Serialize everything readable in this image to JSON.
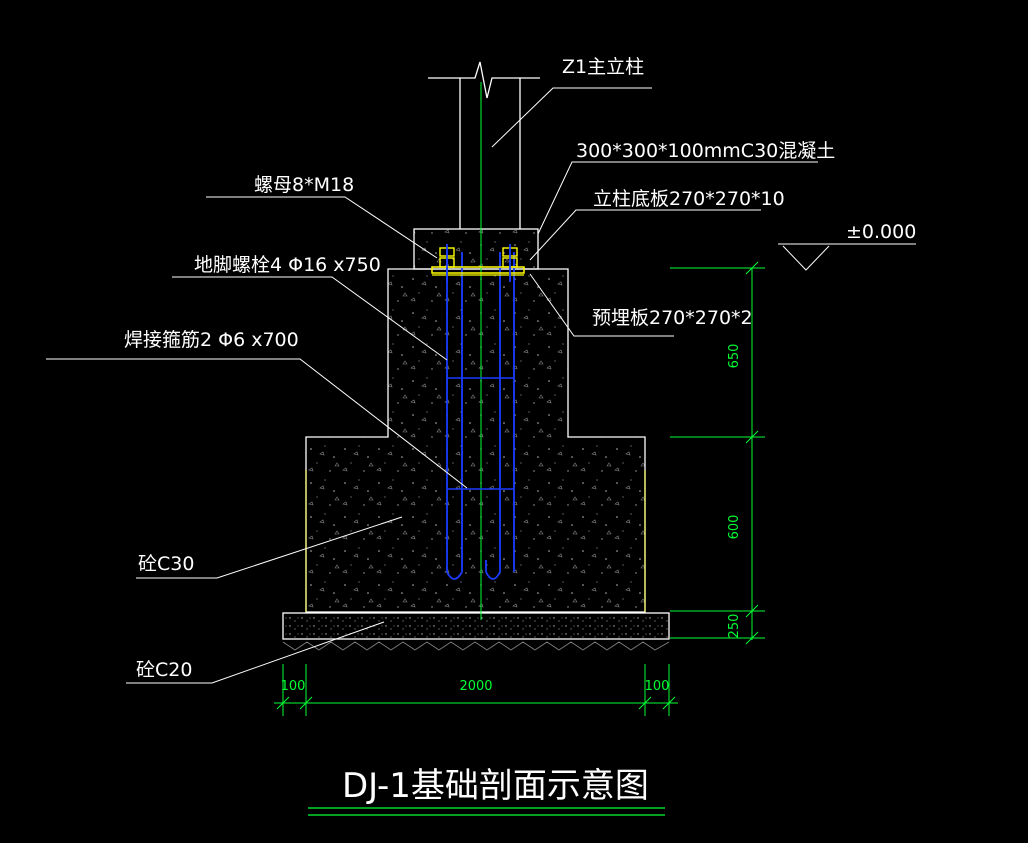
{
  "colors": {
    "background": "#000000",
    "outline": "#ffffff",
    "centerline": "#00ff33",
    "dimension": "#00ff33",
    "bolt": "#1a3cff",
    "yellow": "#ffff66",
    "plate": "#ffff00"
  },
  "labels": {
    "column": "Z1主立柱",
    "concrete_cap": "300*300*100mmC30混凝土",
    "nut": "螺母8*M18",
    "base_plate": "立柱底板270*270*10",
    "anchor_bolt": "地脚螺栓4 Φ16 x750",
    "embedded_plate": "预埋板270*270*2",
    "weld_stirrup": "焊接箍筋2 Φ6 x700",
    "c30": "砼C30",
    "c20": "砼C20",
    "elevation": "±0.000"
  },
  "dimensions": {
    "h_upper": "650",
    "h_lower": "600",
    "h_pad": "250",
    "w_left": "100",
    "w_main": "2000",
    "w_right": "100"
  },
  "title": "DJ-1基础剖面示意图"
}
